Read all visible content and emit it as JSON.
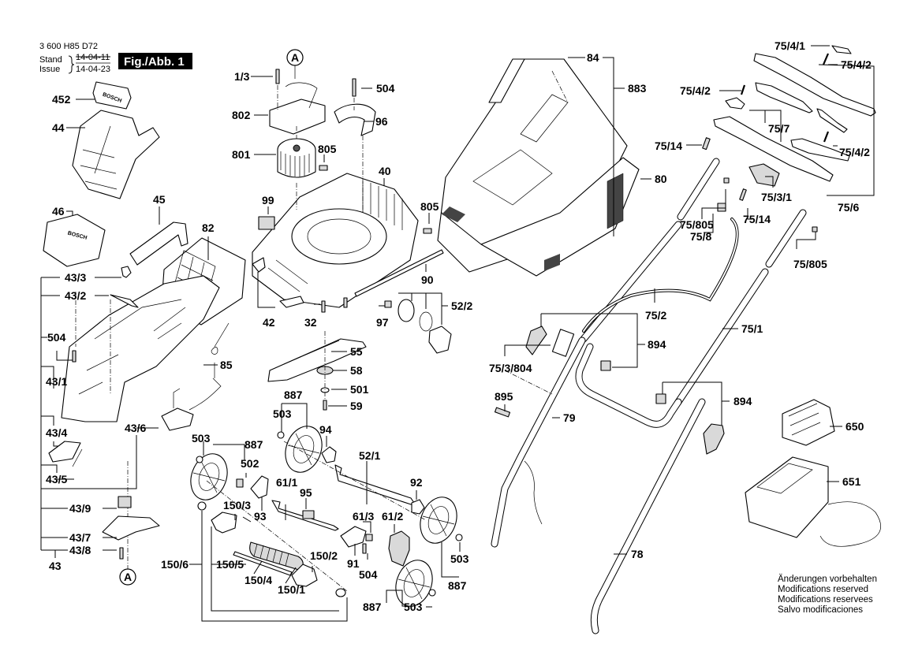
{
  "header": {
    "doc_number": "3 600 H85 D72",
    "stand_label": "Stand",
    "issue_label": "Issue",
    "stand_date_struck": "14-04-11",
    "issue_date": "14-04-23",
    "figure_label": "Fig./Abb. 1"
  },
  "reference_marker": "A",
  "footer_note": [
    "Änderungen vorbehalten",
    "Modifications reserved",
    "Modifications reservees",
    "Salvo modificaciones"
  ],
  "labels": {
    "p452": "452",
    "p44": "44",
    "p46": "46",
    "p45": "45",
    "p82": "82",
    "p1_3": "1/3",
    "p802": "802",
    "p801": "801",
    "p805a": "805",
    "p99": "99",
    "p504a": "504",
    "p96": "96",
    "p40": "40",
    "p805b": "805",
    "p90": "90",
    "p42": "42",
    "p32": "32",
    "p97": "97",
    "p52_2": "52/2",
    "p55": "55",
    "p58": "58",
    "p501": "501",
    "p59": "59",
    "p84": "84",
    "p883": "883",
    "p80": "80",
    "p75_4_1": "75/4/1",
    "p75_4_2a": "75/4/2",
    "p75_4_2b": "75/4/2",
    "p75_4_2c": "75/4/2",
    "p75_7": "75/7",
    "p75_14a": "75/14",
    "p75_14b": "75/14",
    "p75_3_1": "75/3/1",
    "p75_805a": "75/805",
    "p75_805b": "75/805",
    "p75_8": "75/8",
    "p75_6": "75/6",
    "p75_2": "75/2",
    "p75_1": "75/1",
    "p75_3_804": "75/3/804",
    "p894a": "894",
    "p894b": "894",
    "p895": "895",
    "p79": "79",
    "p78": "78",
    "p650": "650",
    "p651": "651",
    "p43_3": "43/3",
    "p43_2": "43/2",
    "p504b": "504",
    "p43_1": "43/1",
    "p85": "85",
    "p43_6": "43/6",
    "p43_4": "43/4",
    "p43_5": "43/5",
    "p43_9": "43/9",
    "p43_7": "43/7",
    "p43_8": "43/8",
    "p43": "43",
    "p887a": "887",
    "p503a": "503",
    "p94": "94",
    "p503b": "503",
    "p887b": "887",
    "p502": "502",
    "p52_1": "52/1",
    "p92": "92",
    "p61_1": "61/1",
    "p95": "95",
    "p150_3": "150/3",
    "p93": "93",
    "p61_3": "61/3",
    "p61_2": "61/2",
    "p91": "91",
    "p504c": "504",
    "p503c": "503",
    "p887c": "887",
    "p150_6": "150/6",
    "p150_5": "150/5",
    "p150_2": "150/2",
    "p150_4": "150/4",
    "p150_1": "150/1",
    "p887d": "887",
    "p503d": "503"
  }
}
